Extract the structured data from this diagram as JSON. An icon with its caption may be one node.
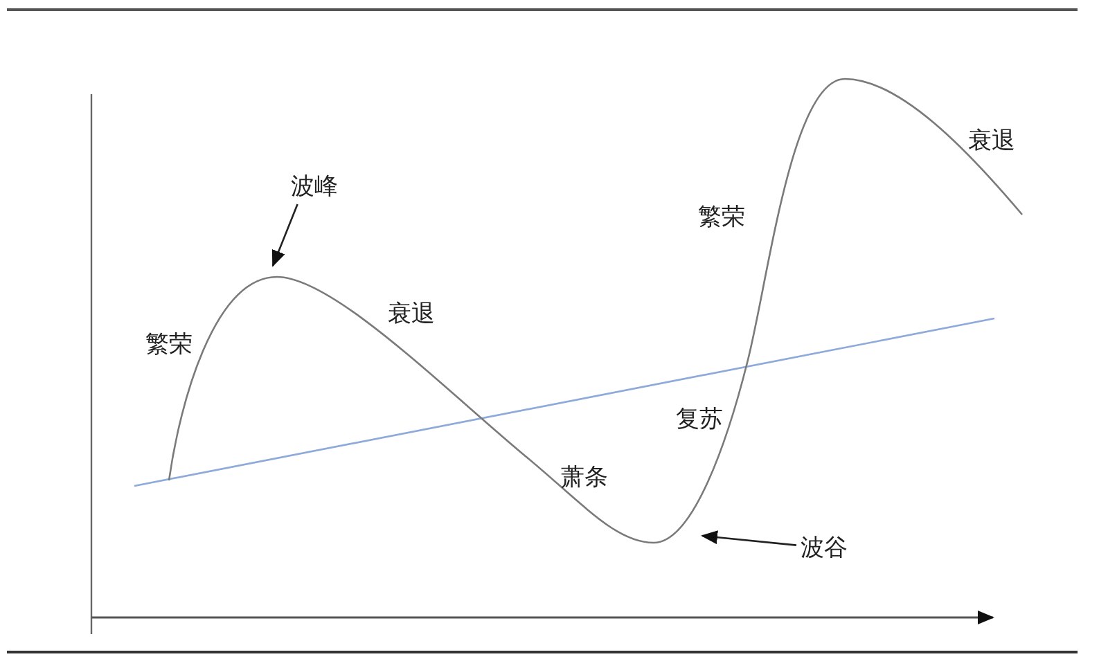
{
  "diagram": {
    "nodes": [
      {
        "text": [
          "波峰"
        ]
      },
      {
        "text": [
          "波谷"
        ]
      }
    ],
    "edges": [
      {
        "from": 0,
        "to": null,
        "arrow": "to"
      },
      {
        "from": 1,
        "to": null,
        "arrow": "to"
      }
    ],
    "labels": [
      "繁荣",
      "衰退",
      "萧条",
      "复苏",
      "繁荣",
      "衰退"
    ]
  }
}
